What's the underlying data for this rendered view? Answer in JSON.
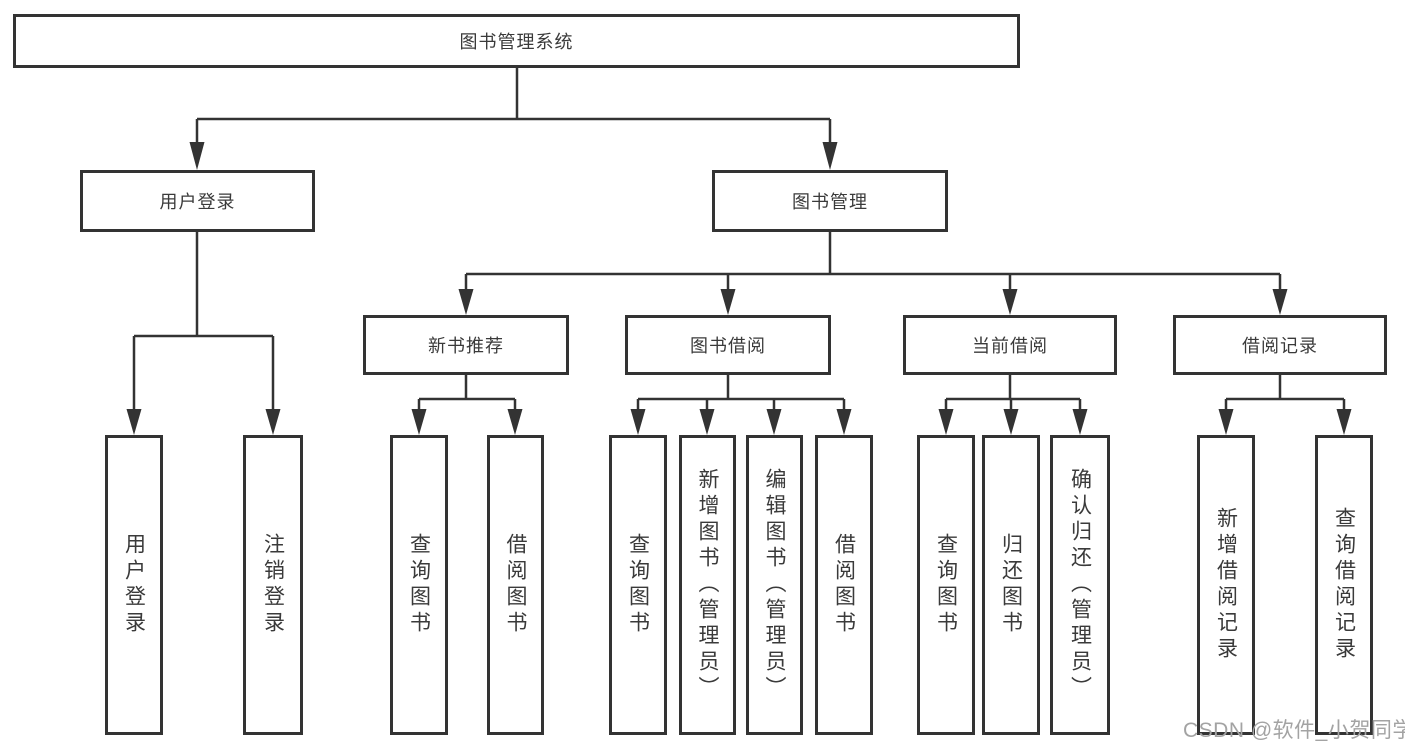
{
  "diagram": {
    "root": {
      "label": "图书管理系统"
    },
    "level2": {
      "user_login": {
        "label": "用户登录"
      },
      "book_management": {
        "label": "图书管理"
      }
    },
    "level3": {
      "new_book_recommend": {
        "label": "新书推荐"
      },
      "book_borrow": {
        "label": "图书借阅"
      },
      "current_borrow": {
        "label": "当前借阅"
      },
      "borrow_record": {
        "label": "借阅记录"
      }
    },
    "leaves": {
      "user_login": [
        "用户登录",
        "注销登录"
      ],
      "new_book_recommend": [
        "查询图书",
        "借阅图书"
      ],
      "book_borrow": [
        "查询图书",
        "新增图书（管理员）",
        "编辑图书（管理员）",
        "借阅图书"
      ],
      "current_borrow": [
        "查询图书",
        "归还图书",
        "确认归还（管理员）"
      ],
      "borrow_record": [
        "新增借阅记录",
        "查询借阅记录"
      ]
    },
    "watermark": "CSDN @软件_小贺同学",
    "colors": {
      "border": "#333333",
      "text": "#3a3a3a",
      "line": "#333333",
      "watermark": "#a3a3a3",
      "background": "#ffffff"
    }
  }
}
